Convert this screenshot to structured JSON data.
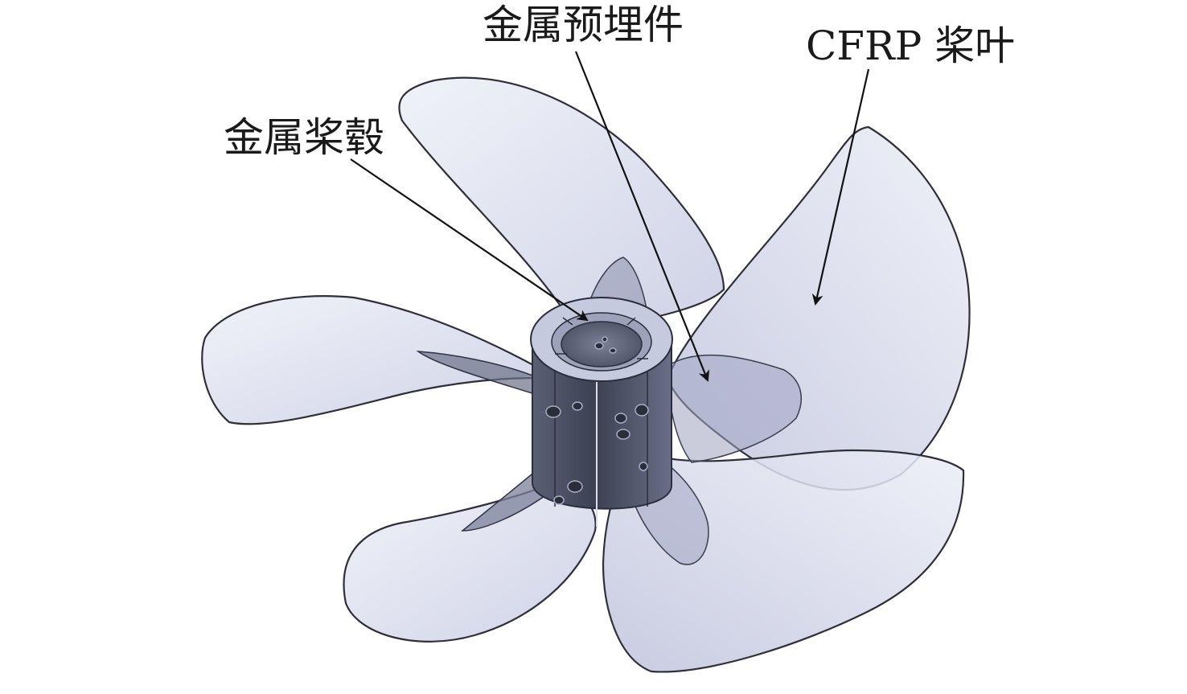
{
  "labels": {
    "insert": "金属预埋件",
    "blade": "CFRP 桨叶",
    "hub": "金属桨毂"
  },
  "colors": {
    "blade_fill": "#dcdff0",
    "blade_stroke": "#2f2f3a",
    "hub_dark": "#4a4e60",
    "hub_light": "#c9cde2",
    "arrow": "#111111"
  }
}
